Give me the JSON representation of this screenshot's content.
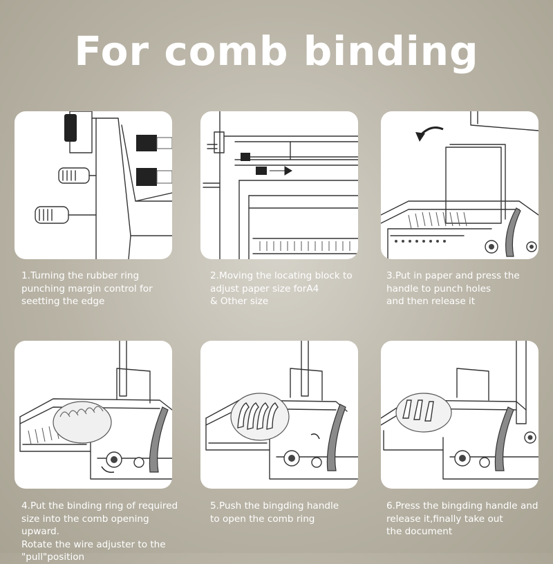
{
  "title": "For comb binding",
  "steps": [
    {
      "caption": "1.Turning the rubber ring\npunching margin control for\nseetting the edge"
    },
    {
      "caption": "2.Moving the locating block to\nadjust paper size forA4\n& Other size"
    },
    {
      "caption": "3.Put in paper and press the\nhandle to punch holes\nand then release it"
    },
    {
      "caption": "4.Put the binding ring of required\nsize into the comb opening upward.\nRotate the wire adjuster to the\n\"pull\"position"
    },
    {
      "caption": "5.Push the bingding handle\nto open the comb ring"
    },
    {
      "caption": "6.Press the bingding handle and\nrelease it,finally take out\nthe document"
    }
  ]
}
